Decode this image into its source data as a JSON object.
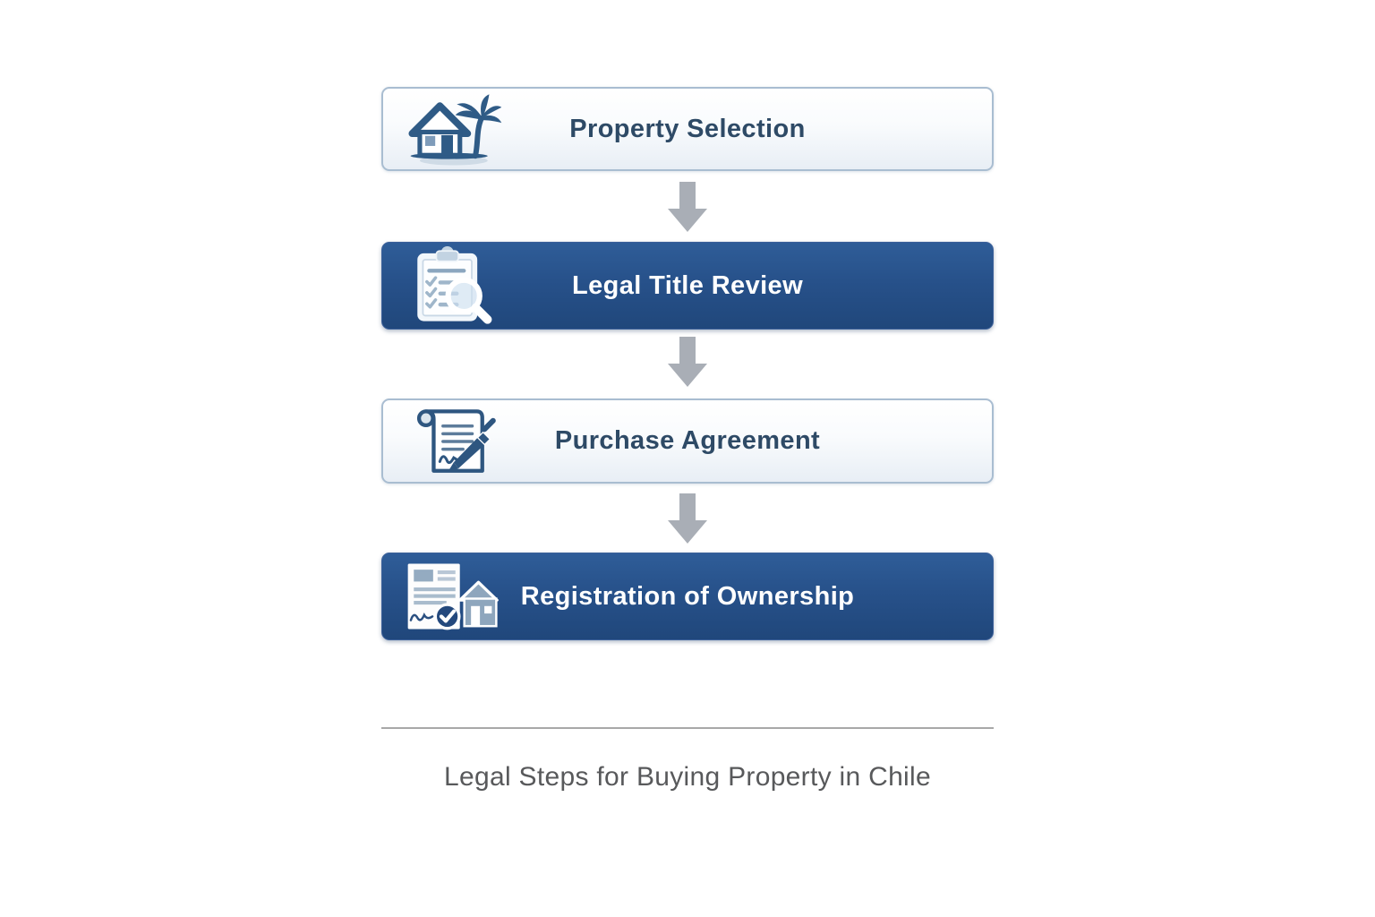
{
  "caption": "Legal Steps for Buying Property in Chile",
  "steps": [
    {
      "label": "Property Selection",
      "variant": "light",
      "icon": "house-palm-icon"
    },
    {
      "label": "Legal Title Review",
      "variant": "dark",
      "icon": "clipboard-magnifier-icon"
    },
    {
      "label": "Purchase Agreement",
      "variant": "light",
      "icon": "scroll-pen-icon"
    },
    {
      "label": "Registration of Ownership",
      "variant": "dark",
      "icon": "document-check-house-icon"
    }
  ],
  "colors": {
    "dark_box": "#27518a",
    "light_box_border": "#a9bdd1",
    "light_box_text": "#2e4a66",
    "dark_box_text": "#ffffff",
    "arrow": "#a9aeb6",
    "caption_text": "#58595b",
    "divider": "#a8a8a8",
    "icon_blue": "#2f5b86"
  }
}
